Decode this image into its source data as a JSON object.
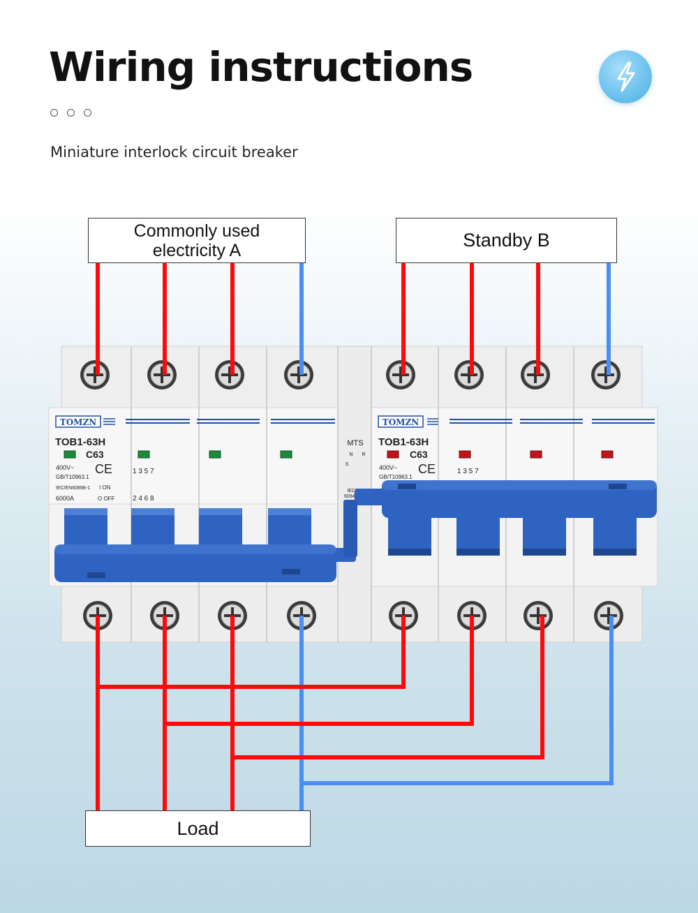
{
  "header": {
    "title": "Wiring instructions",
    "subtitle": "Miniature interlock circuit breaker",
    "badge_icon": "lightning-icon"
  },
  "labels": {
    "source_a": "Commonly used electricity A",
    "source_b": "Standby  B",
    "load": "Load"
  },
  "breaker_a": {
    "brand": "TOMZN",
    "model": "TOB1-63H",
    "rating": "C63",
    "voltage": "400V~",
    "standard": "GB/T10963.1",
    "iec": "IEC/EN60898-1",
    "capacity": "6000A",
    "on_label": "I ON",
    "off_label": "O OFF",
    "terminals_top": "1 3 5 7",
    "terminals_bottom": "2 4 6 8",
    "indicator_color": "#1c8a3a"
  },
  "interlock": {
    "label": "MTS",
    "n_label": "N",
    "r_label": "R",
    "s_label": "S",
    "iec": "IEC/EN",
    "standard": "60947-6-1"
  },
  "breaker_b": {
    "brand": "TOMZN",
    "model": "TOB1-63H",
    "rating": "C63",
    "voltage": "400V~",
    "standard": "GB/T10963.1",
    "terminals_top": "1 3 5 7",
    "indicator_color": "#c0141a"
  },
  "colors": {
    "live_wire": "#ff0a0a",
    "neutral_wire": "#4a8ff0",
    "handle_blue": "#2f63c2"
  }
}
